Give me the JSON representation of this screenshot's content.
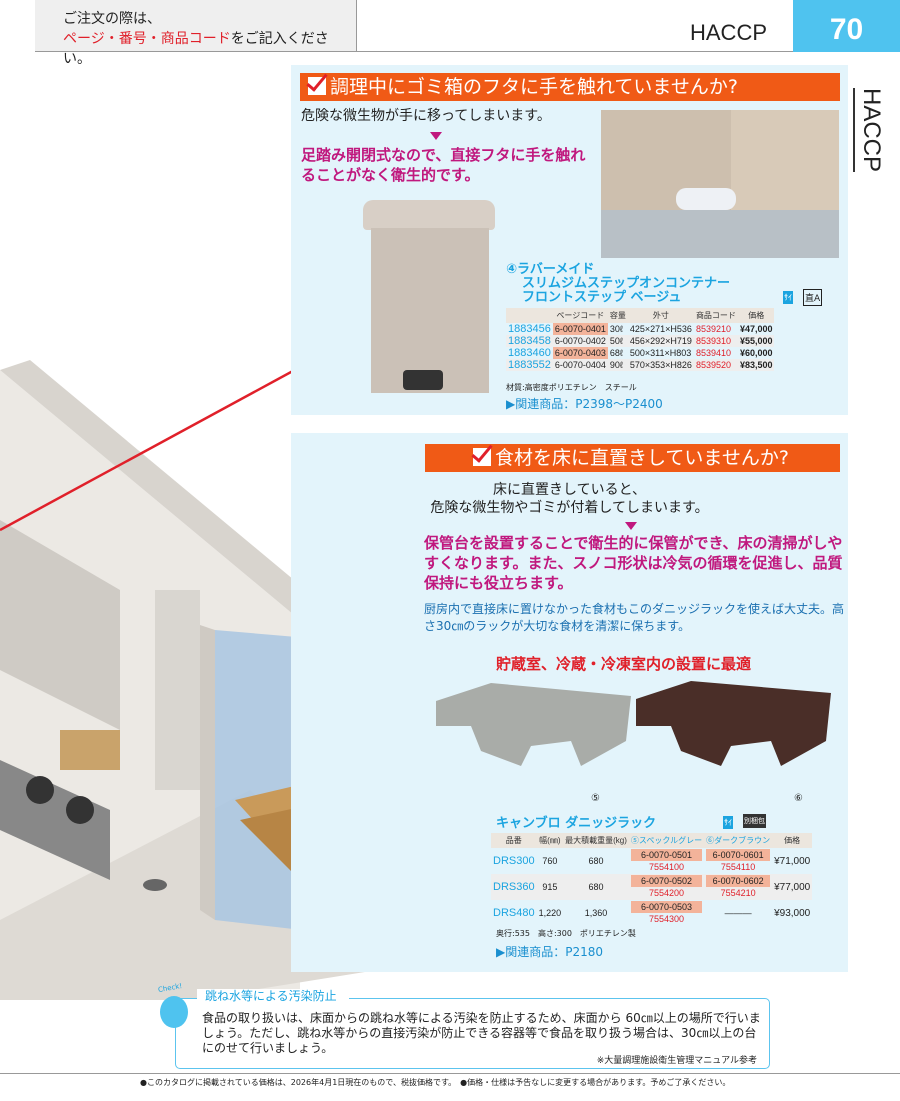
{
  "header": {
    "order_line1": "ご注文の際は、",
    "order_line2_red": "ページ・番号・商品コード",
    "order_line2_rest": "をご記入ください。",
    "section": "HACCP",
    "page_number": "70",
    "side_tab": "HACCP"
  },
  "section1": {
    "title": "調理中にゴミ箱のフタに手を触れていませんか?",
    "problem": "危険な微生物が手に移ってしまいます。",
    "solution": "足踏み開閉式なので、直接フタに手を触れることがなく衛生的です。",
    "product": {
      "number": "④",
      "brand": "ラバーメイド",
      "name1": "スリムジムステップオンコンテナー",
      "name2": "フロントステップ ベージュ",
      "badge1": "ｻｲ",
      "badge2": "直A",
      "headers": [
        "",
        "ページコード",
        "容量",
        "外寸",
        "商品コード",
        "価格"
      ],
      "rows": [
        [
          "1883456",
          "6-0070-0401",
          "30ℓ",
          "425×271×H536",
          "8539210",
          "¥47,000"
        ],
        [
          "1883458",
          "6-0070-0402",
          "50ℓ",
          "456×292×H719",
          "8539310",
          "¥55,000"
        ],
        [
          "1883460",
          "6-0070-0403",
          "68ℓ",
          "500×311×H803",
          "8539410",
          "¥60,000"
        ],
        [
          "1883552",
          "6-0070-0404",
          "90ℓ",
          "570×353×H826",
          "8539520",
          "¥83,500"
        ]
      ],
      "material": "材質:高密度ポリエチレン　スチール",
      "related": "▶関連商品：P2398〜P2400"
    }
  },
  "section2": {
    "title": "食材を床に直置きしていませんか?",
    "problem1": "床に直置きしていると、",
    "problem2": "危険な微生物やゴミが付着してしまいます。",
    "solution": "保管台を設置することで衛生的に保管ができ、床の清掃がしやすくなります。また、スノコ形状は冷気の循環を促進し、品質保持にも役立ちます。",
    "note": "厨房内で直接床に置けなかった食材もこのダニッジラックを使えば大丈夫。高さ30㎝のラックが大切な食材を清潔に保ちます。",
    "headline": "貯蔵室、冷蔵・冷凍室内の設置に最適",
    "label5": "⑤",
    "label6": "⑥",
    "product": {
      "name": "キャンブロ ダニッジラック",
      "badge1": "ｻｲ",
      "badge2": "別梱包",
      "headers": [
        "品番",
        "幅(㎜)",
        "最大積載重量(kg)",
        "⑤スペックルグレー",
        "⑥ダークブラウン",
        "価格"
      ],
      "rows": [
        {
          "id": "DRS300",
          "w": "760",
          "load": "680",
          "g_code": "6-0070-0501",
          "g_pc": "7554100",
          "b_code": "6-0070-0601",
          "b_pc": "7554110",
          "price": "¥71,000"
        },
        {
          "id": "DRS360",
          "w": "915",
          "load": "680",
          "g_code": "6-0070-0502",
          "g_pc": "7554200",
          "b_code": "6-0070-0602",
          "b_pc": "7554210",
          "price": "¥77,000"
        },
        {
          "id": "DRS480",
          "w": "1,220",
          "load": "1,360",
          "g_code": "6-0070-0503",
          "g_pc": "7554300",
          "b_code": "",
          "b_pc": "———",
          "price": "¥93,000"
        }
      ],
      "spec": "奥行:535　高さ:300　ポリエチレン製",
      "related": "▶関連商品：P2180"
    }
  },
  "check": {
    "badge": "Check!",
    "title": "跳ね水等による汚染防止",
    "body": "食品の取り扱いは、床面からの跳ね水等による汚染を防止するため、床面から 60㎝以上の場所で行いましょう。ただし、跳ね水等からの直接汚染が防止できる容器等で食品を取り扱う場合は、30㎝以上の台にのせて行いましょう。",
    "source": "※大量調理施設衛生管理マニュアル参考"
  },
  "footer": "●このカタログに掲載されている価格は、2026年4月1日現在のもので、税抜価格です。　●価格・仕様は予告なしに変更する場合があります。予めご了承ください。"
}
